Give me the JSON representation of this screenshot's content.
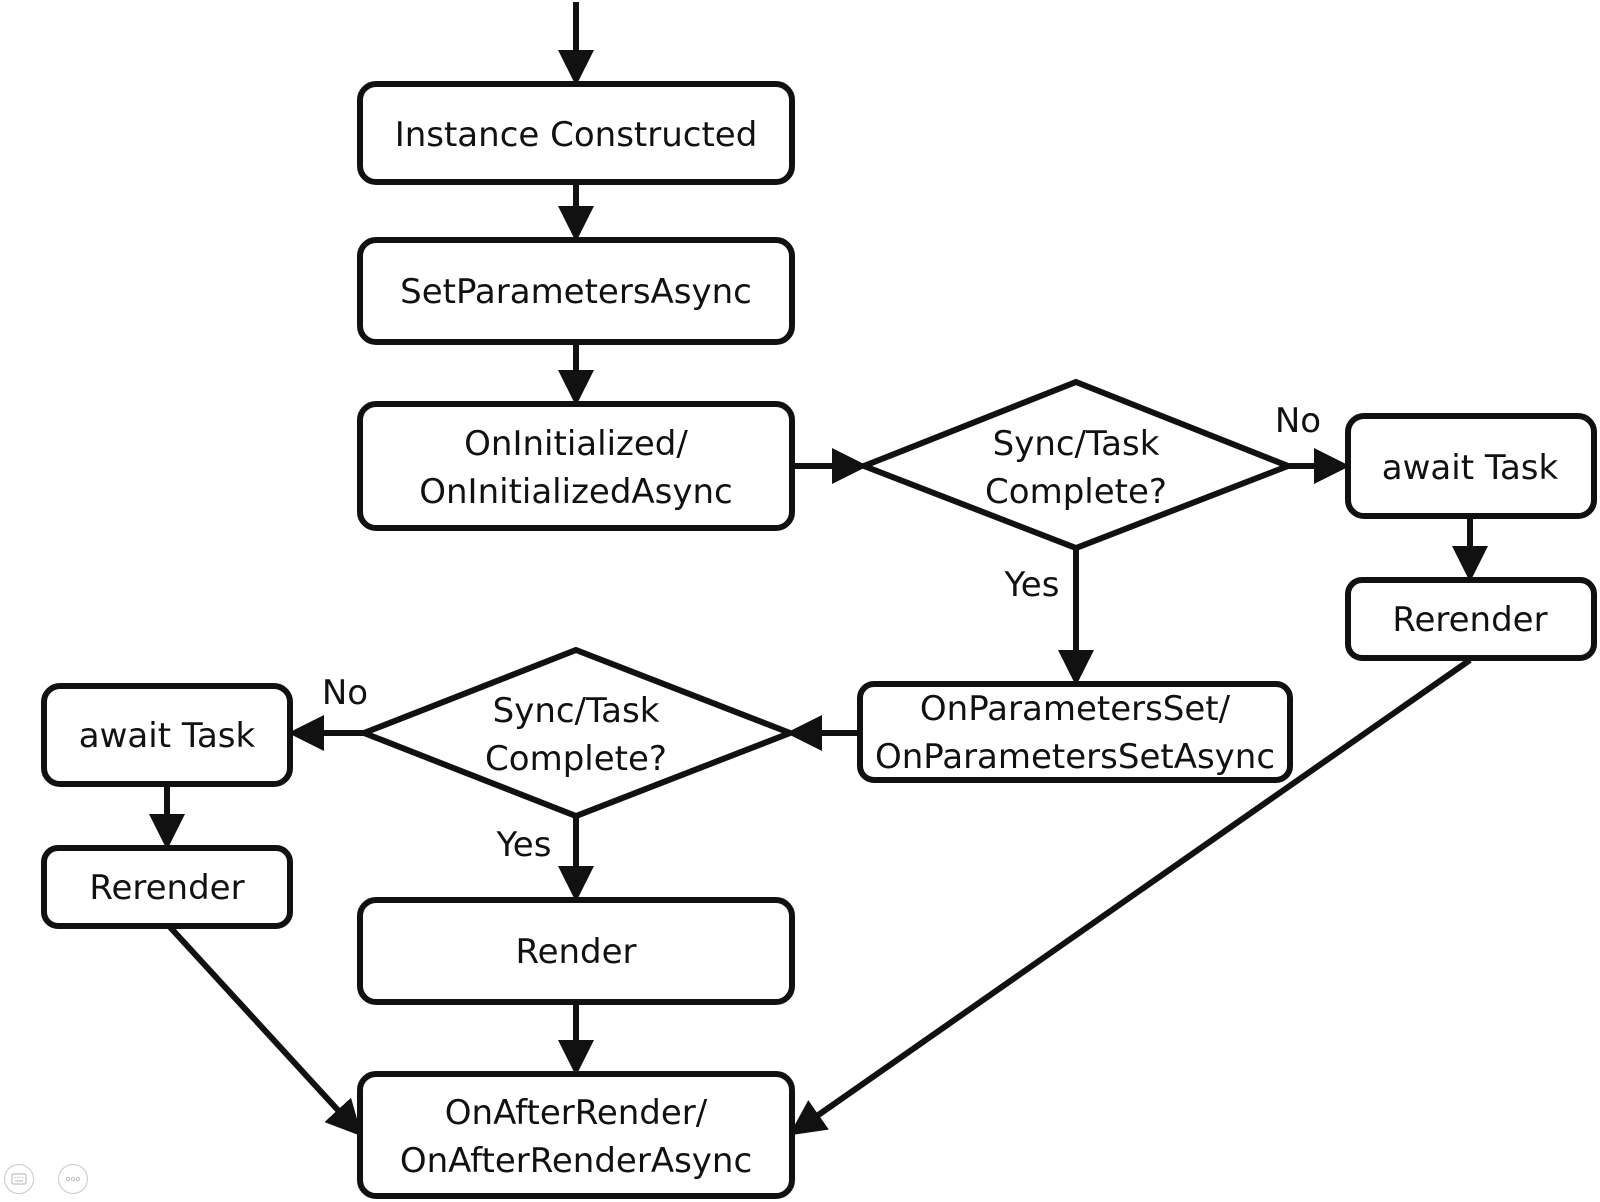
{
  "nodes": {
    "instance": {
      "lines": [
        "Instance Constructed"
      ]
    },
    "setparams": {
      "lines": [
        "SetParametersAsync"
      ]
    },
    "oninit": {
      "lines": [
        "OnInitialized/",
        "OnInitializedAsync"
      ]
    },
    "decision1": {
      "lines": [
        "Sync/Task",
        "Complete?"
      ]
    },
    "await1": {
      "lines": [
        "await Task"
      ]
    },
    "rerender1": {
      "lines": [
        "Rerender"
      ]
    },
    "onparamsset": {
      "lines": [
        "OnParametersSet/",
        "OnParametersSetAsync"
      ]
    },
    "decision2": {
      "lines": [
        "Sync/Task",
        "Complete?"
      ]
    },
    "await2": {
      "lines": [
        "await Task"
      ]
    },
    "rerender2": {
      "lines": [
        "Rerender"
      ]
    },
    "render": {
      "lines": [
        "Render"
      ]
    },
    "onafterrender": {
      "lines": [
        "OnAfterRender/",
        "OnAfterRenderAsync"
      ]
    }
  },
  "edge_labels": {
    "decision1_no": "No",
    "decision1_yes": "Yes",
    "decision2_no": "No",
    "decision2_yes": "Yes"
  },
  "colors": {
    "stroke": "#111111",
    "background": "#ffffff"
  },
  "viewer_controls": {
    "left_icon": "keyboard-icon",
    "right_icon": "more-options-icon"
  }
}
